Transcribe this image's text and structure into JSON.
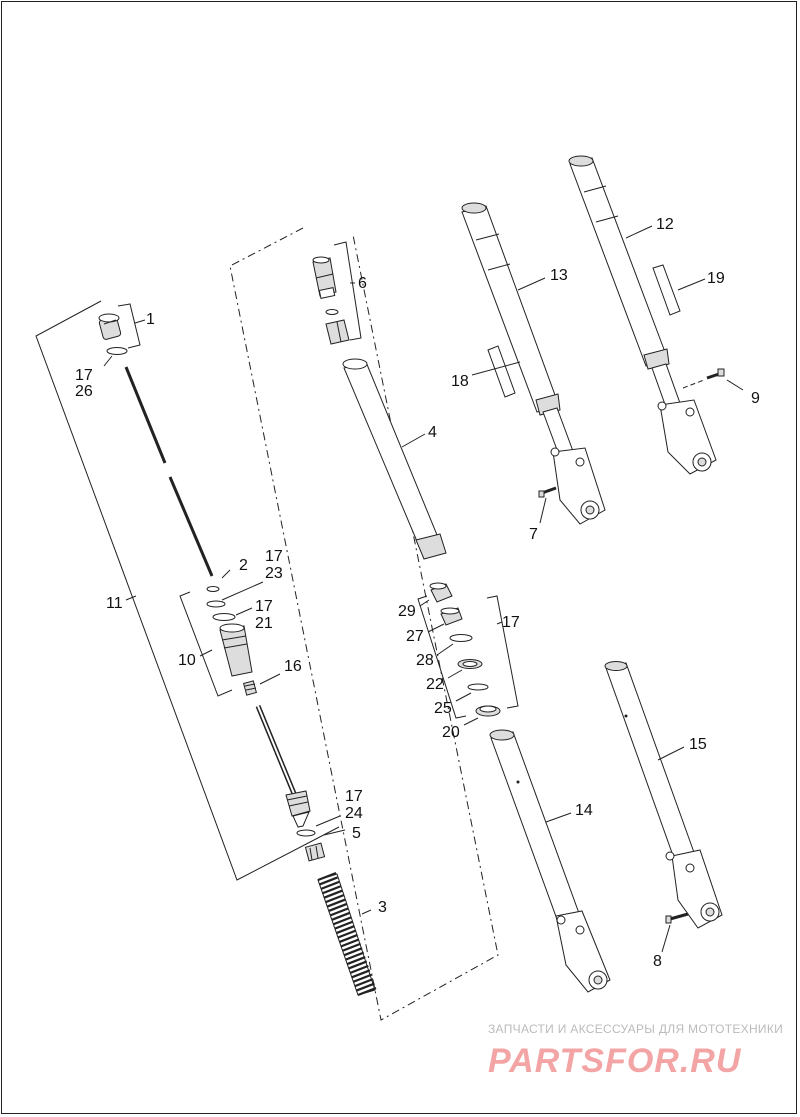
{
  "callouts": [
    {
      "id": "c1",
      "text": "1"
    },
    {
      "id": "c17a",
      "text": "17"
    },
    {
      "id": "c26",
      "text": "26"
    },
    {
      "id": "c11",
      "text": "11"
    },
    {
      "id": "c2",
      "text": "2"
    },
    {
      "id": "c17b",
      "text": "17"
    },
    {
      "id": "c23",
      "text": "23"
    },
    {
      "id": "c17c",
      "text": "17"
    },
    {
      "id": "c21",
      "text": "21"
    },
    {
      "id": "c10",
      "text": "10"
    },
    {
      "id": "c16",
      "text": "16"
    },
    {
      "id": "c17d",
      "text": "17"
    },
    {
      "id": "c24",
      "text": "24"
    },
    {
      "id": "c5",
      "text": "5"
    },
    {
      "id": "c3",
      "text": "3"
    },
    {
      "id": "c6",
      "text": "6"
    },
    {
      "id": "c4",
      "text": "4"
    },
    {
      "id": "c29",
      "text": "29"
    },
    {
      "id": "c17e",
      "text": "17"
    },
    {
      "id": "c27",
      "text": "27"
    },
    {
      "id": "c28",
      "text": "28"
    },
    {
      "id": "c22",
      "text": "22"
    },
    {
      "id": "c25",
      "text": "25"
    },
    {
      "id": "c20",
      "text": "20"
    },
    {
      "id": "c13",
      "text": "13"
    },
    {
      "id": "c18",
      "text": "18"
    },
    {
      "id": "c7",
      "text": "7"
    },
    {
      "id": "c12",
      "text": "12"
    },
    {
      "id": "c19",
      "text": "19"
    },
    {
      "id": "c9",
      "text": "9"
    },
    {
      "id": "c14",
      "text": "14"
    },
    {
      "id": "c15",
      "text": "15"
    },
    {
      "id": "c8",
      "text": "8"
    }
  ],
  "watermark": {
    "line1": "ЗАПЧАСТИ И АКСЕССУАРЫ ДЛЯ МОТОТЕХНИКИ",
    "line2": "PARTSFOR.RU"
  },
  "colors": {
    "line": "#222222",
    "watermark_text": "#bbbbbb",
    "watermark_logo": "#f3a5a5"
  }
}
